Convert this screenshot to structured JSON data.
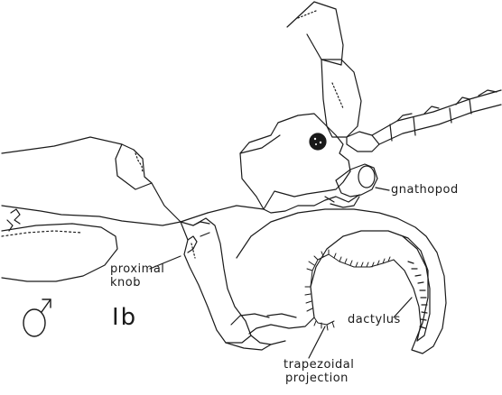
{
  "figure": {
    "figure_number": "Ib",
    "sex_symbol": "male-symbol",
    "labels": {
      "gnathopod": "gnathopod",
      "proximal": "proximal",
      "knob": "knob",
      "dactylus": "dactylus",
      "trapezoidal": "trapezoidal",
      "projection": "projection"
    },
    "colors": {
      "ink": "#1a1a1a",
      "paper": "#ffffff"
    }
  }
}
